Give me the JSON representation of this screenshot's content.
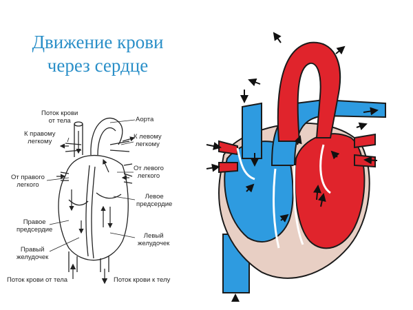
{
  "title": {
    "line1": "Движение крови",
    "line2": "через сердце"
  },
  "labels": {
    "flow_from_body_top_1": "Поток крови",
    "flow_from_body_top_2": "от тела",
    "aorta": "Аорта",
    "to_right_lung_1": "К правому",
    "to_right_lung_2": "легкому",
    "to_left_lung_1": "К левому",
    "to_left_lung_2": "легкому",
    "from_right_lung_1": "От правого",
    "from_right_lung_2": "легкого",
    "from_left_lung_1": "От левого",
    "from_left_lung_2": "легкого",
    "left_atrium_1": "Левое",
    "left_atrium_2": "предсердие",
    "right_atrium_1": "Правое",
    "right_atrium_2": "предсердие",
    "left_ventricle_1": "Левый",
    "left_ventricle_2": "желудочек",
    "right_ventricle_1": "Правый",
    "right_ventricle_2": "желудочек",
    "flow_from_body_bottom": "Поток крови от тела",
    "flow_to_body": "Поток крови к телу"
  },
  "colors": {
    "title": "#2a8fc8",
    "oxygen_poor": "#2e9be0",
    "oxygen_rich": "#e0242c",
    "wall": "#e8cfc4"
  }
}
